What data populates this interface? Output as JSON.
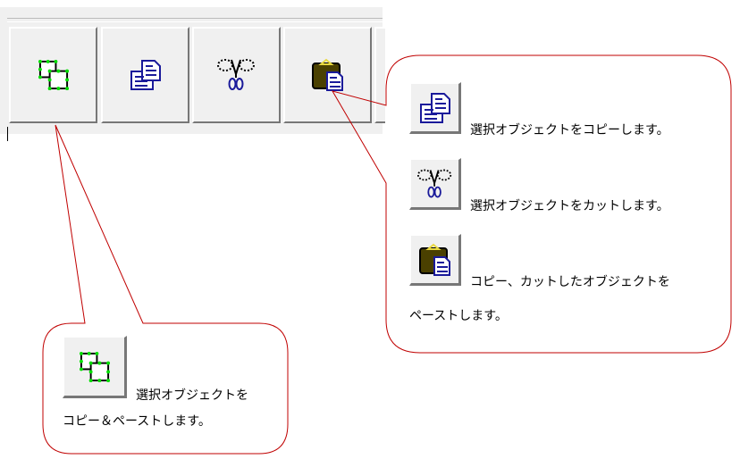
{
  "toolbar": {
    "buttons": [
      {
        "name": "duplicate",
        "icon": "duplicate-icon"
      },
      {
        "name": "copy",
        "icon": "copy-icon"
      },
      {
        "name": "cut",
        "icon": "scissors-icon"
      },
      {
        "name": "paste",
        "icon": "clipboard-paste-icon"
      }
    ]
  },
  "callout_right": {
    "copy_text": "選択オブジェクトをコピーします。",
    "cut_text": "選択オブジェクトをカットします。",
    "paste_text_1": "コピー、カットしたオブジェクトを",
    "paste_text_2": "ペーストします。"
  },
  "callout_left": {
    "dup_text_1": "選択オブジェクトを",
    "dup_text_2": "コピー＆ペーストします。"
  },
  "colors": {
    "callout_border": "#c00000",
    "icon_blue": "#1a1a9a",
    "icon_green": "#00e000"
  }
}
